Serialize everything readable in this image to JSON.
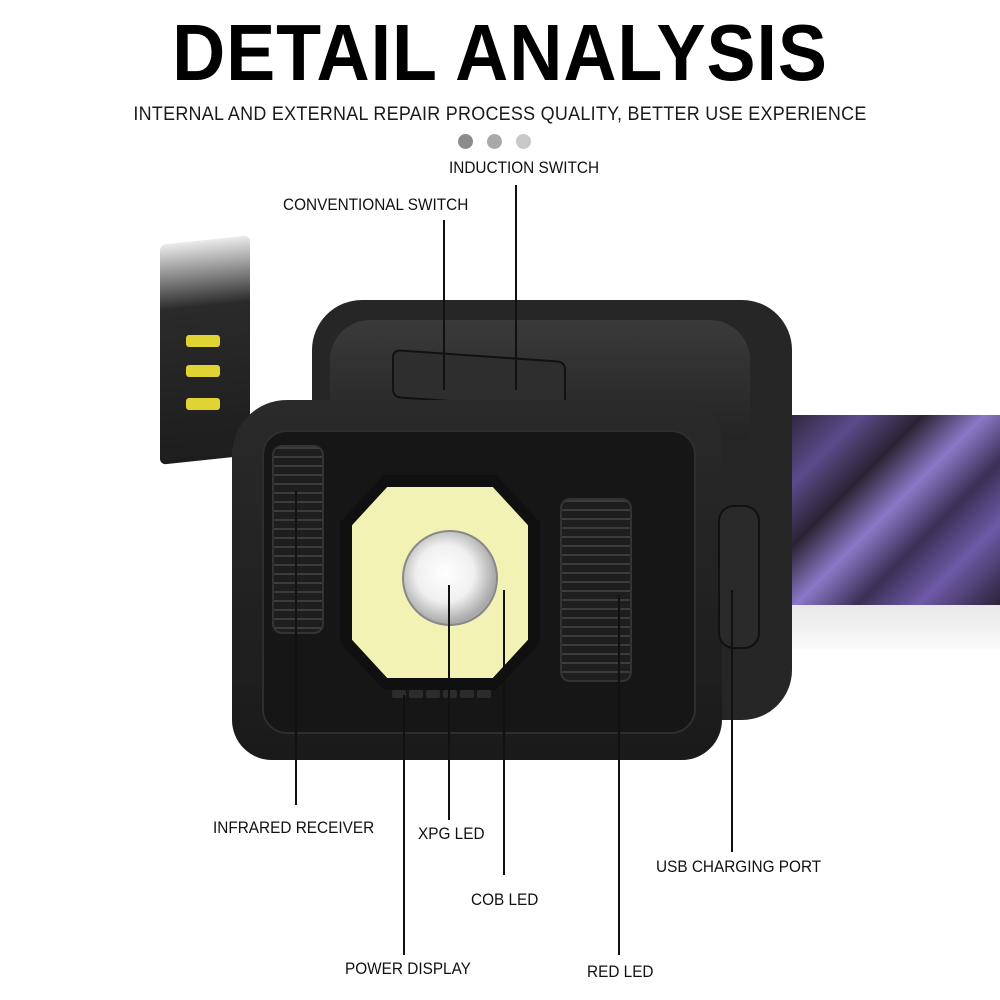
{
  "header": {
    "title": "DETAIL ANALYSIS",
    "subtitle": "INTERNAL AND EXTERNAL REPAIR PROCESS QUALITY, BETTER USE EXPERIENCE",
    "dot_colors": [
      "#8c8c8c",
      "#a9a9a9",
      "#c8c8c8"
    ]
  },
  "product": {
    "name": "headlamp",
    "body_color": "#1c1c1c",
    "cob_color": "#f1f2b4",
    "strap_color": "#5b4a8a",
    "strap_accent": "#e2d335"
  },
  "callouts": [
    {
      "id": "induction-switch",
      "label": "INDUCTION SWITCH"
    },
    {
      "id": "conventional-switch",
      "label": "CONVENTIONAL SWITCH"
    },
    {
      "id": "infrared-receiver",
      "label": "INFRARED RECEIVER"
    },
    {
      "id": "xpg-led",
      "label": "XPG LED"
    },
    {
      "id": "cob-led",
      "label": "COB LED"
    },
    {
      "id": "usb-charging-port",
      "label": "USB CHARGING PORT"
    },
    {
      "id": "power-display",
      "label": "POWER DISPLAY"
    },
    {
      "id": "red-led",
      "label": "RED LED"
    }
  ]
}
